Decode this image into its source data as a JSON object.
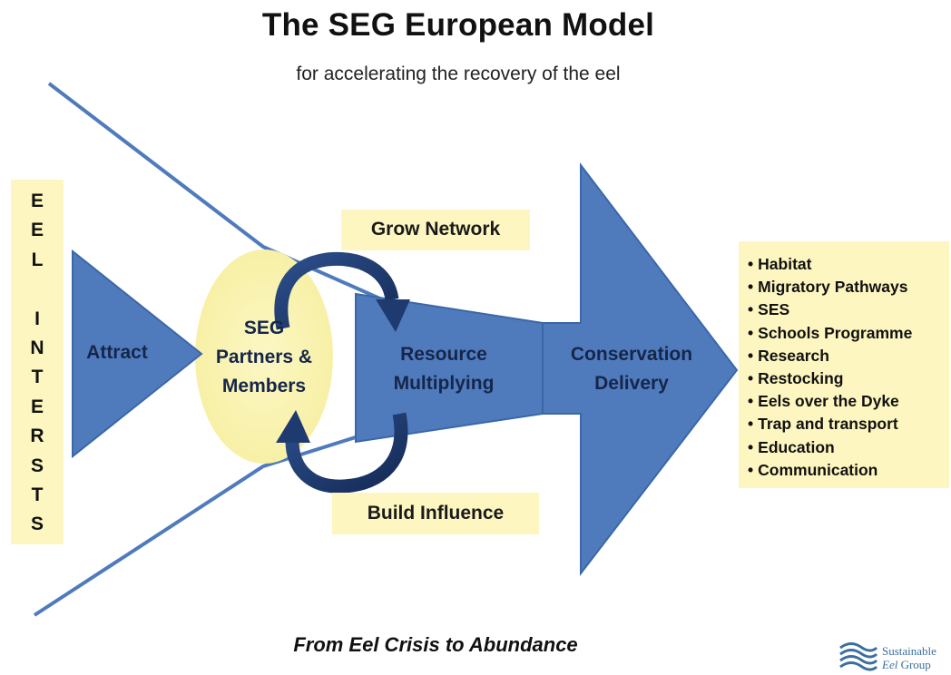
{
  "title": "The SEG European Model",
  "subtitle": "for accelerating the recovery of the eel",
  "side_label": "EEL INTERSTS",
  "nodes": {
    "attract": "Attract",
    "partners": "SEG\nPartners &\nMembers",
    "resource": "Resource\nMultiplying",
    "conservation": "Conservation\nDelivery"
  },
  "cycle": {
    "top": "Grow Network",
    "bottom": "Build Influence"
  },
  "outcomes": [
    "Habitat",
    "Migratory Pathways",
    "SES",
    "Schools Programme",
    "Research",
    "Restocking",
    "Eels over the Dyke",
    "Trap and transport",
    "Education",
    "Communication"
  ],
  "footer": "From Eel Crisis to Abundance",
  "logo": {
    "line1": "Sustainable",
    "line2_italic": "Eel",
    "line2_rest": " Group"
  },
  "colors": {
    "shape_fill": "#4f7bbd",
    "shape_stroke": "#3a67a8",
    "funnel_line": "#4f7bbd",
    "highlight_box": "#fef6c0",
    "ellipse_fill": "#fbf5b6",
    "cycle_arrow": "#1f3a6e"
  }
}
